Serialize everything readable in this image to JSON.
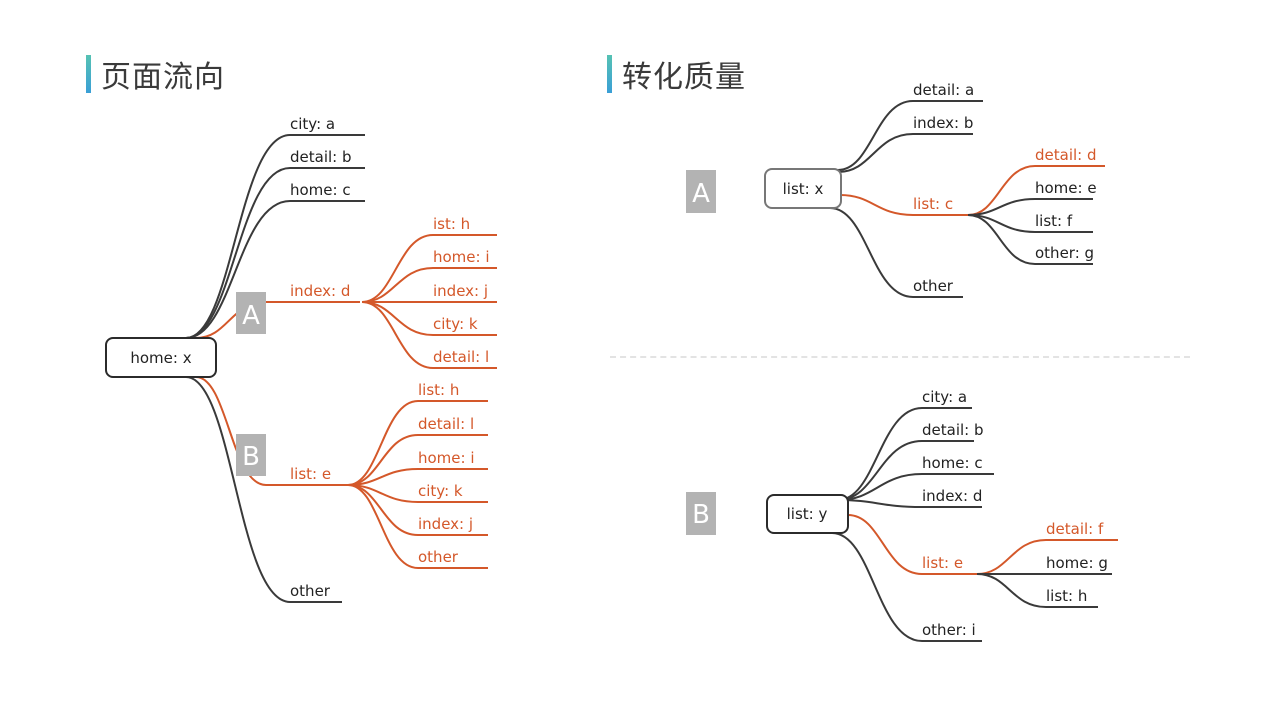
{
  "titles": {
    "left": "页面流向",
    "right": "转化质量"
  },
  "colors": {
    "dark": "#3a3a3a",
    "accent": "#d4582a",
    "badge": "#b3b3b3"
  },
  "left": {
    "root": "home: x",
    "top": [
      "city: a",
      "detail: b",
      "home: c"
    ],
    "a": {
      "badge": "A",
      "node": "index: d",
      "children": [
        "ist: h",
        "home: i",
        "index: j",
        "city: k",
        "detail: l"
      ]
    },
    "b": {
      "badge": "B",
      "node": "list: e",
      "children": [
        "list: h",
        "detail: l",
        "home: i",
        "city: k",
        "index: j",
        "other"
      ]
    },
    "other": "other"
  },
  "rightA": {
    "badge": "A",
    "root": "list: x",
    "items": [
      "detail: a",
      "index: b"
    ],
    "mid": {
      "node": "list: c",
      "children": [
        "detail: d",
        "home: e",
        "list: f",
        "other: g"
      ]
    },
    "other": "other"
  },
  "rightB": {
    "badge": "B",
    "root": "list: y",
    "items": [
      "city: a",
      "detail: b",
      "home: c",
      "index: d"
    ],
    "mid": {
      "node": "list: e",
      "children": [
        "detail: f",
        "home: g",
        "list: h"
      ]
    },
    "other": "other: i"
  }
}
